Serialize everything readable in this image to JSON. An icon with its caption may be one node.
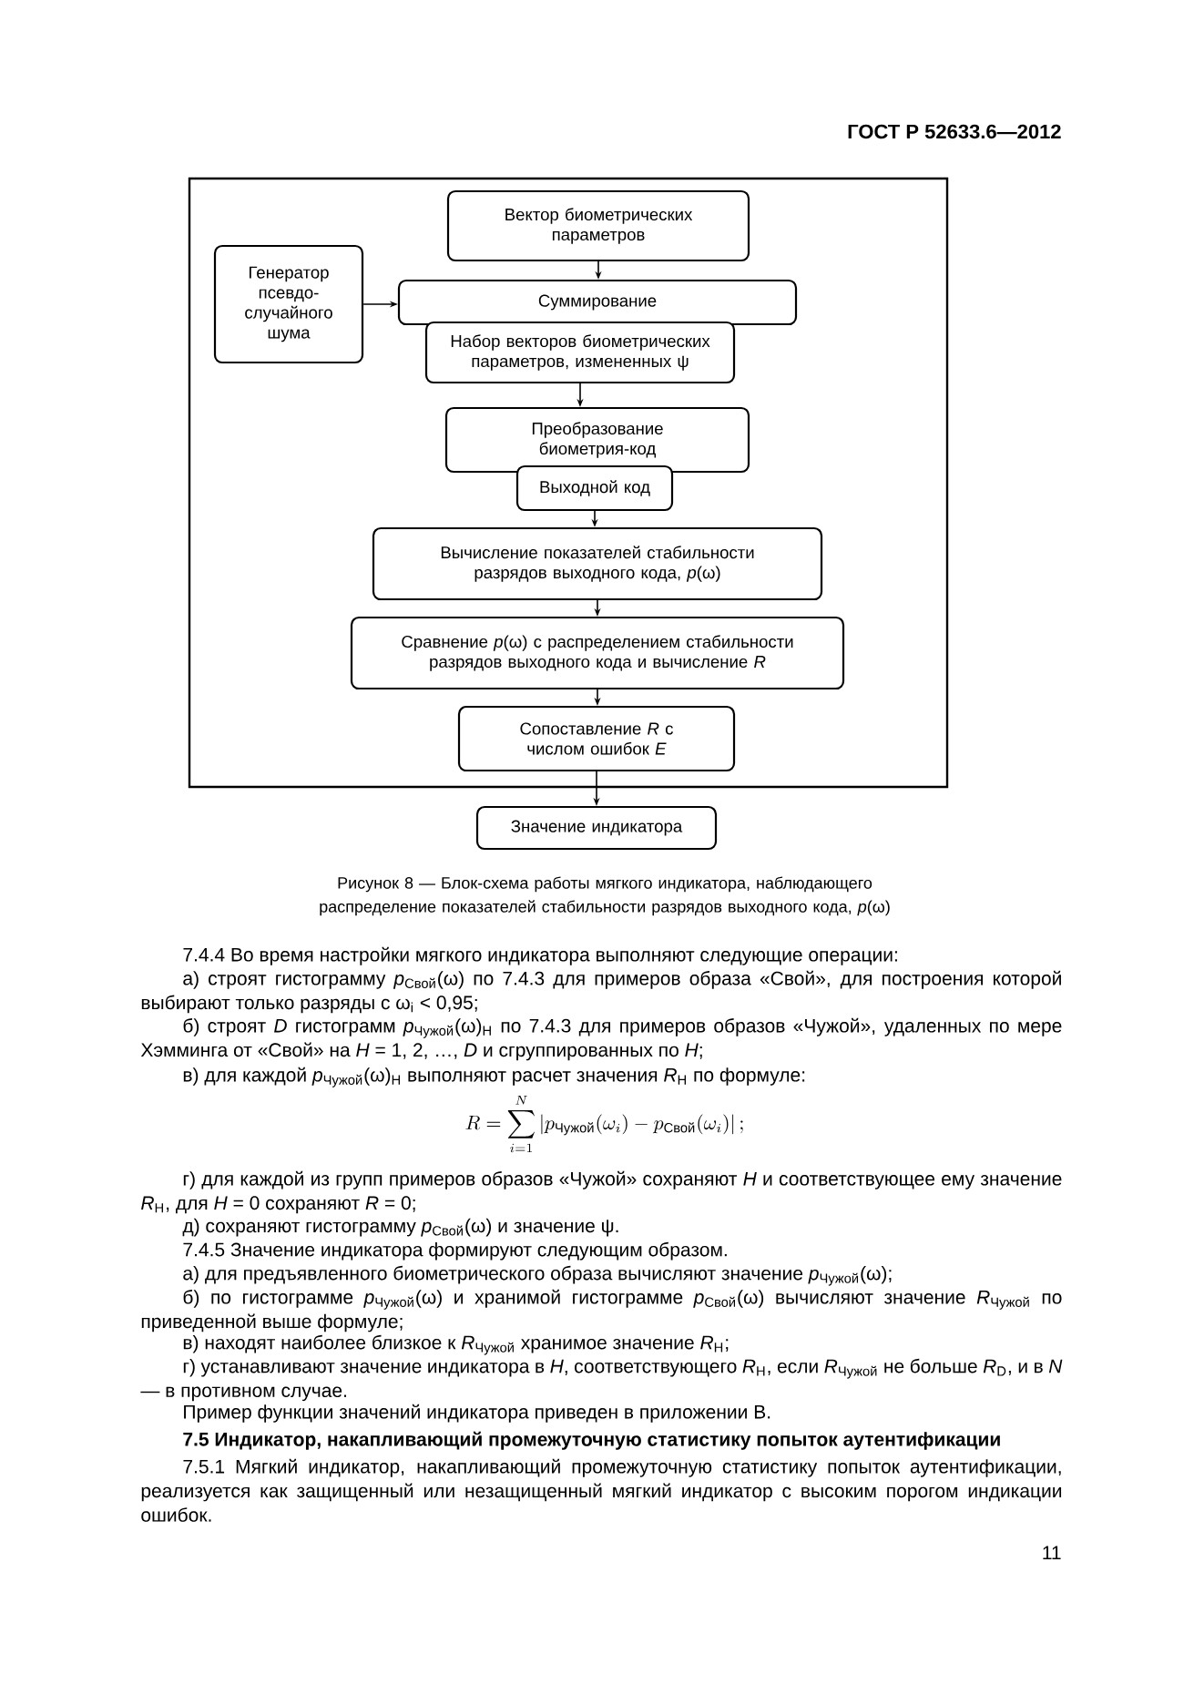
{
  "diagram": {
    "caption": "Рисунок 8 — Блок-схема работы мягкого индикатора, наблюдающего распределение показателей стабильности разрядов выходного кода, *p*(ω)",
    "nodes": [
      {
        "text": [],
        "shape": "box"
      },
      {
        "text": [
          "Вектор биометрических параметров"
        ],
        "in": 0
      },
      {
        "text": [
          "Генератор псевдо-случайного шума"
        ],
        "in": 0
      },
      {
        "text": [
          "Суммирование"
        ],
        "in": 0
      },
      {
        "text": [
          "Набор векторов биометрических параметров, измененных ψ"
        ],
        "in": 0
      },
      {
        "text": [
          "Преобразование биометрия-код"
        ],
        "in": 0
      },
      {
        "text": [
          "Выходной код"
        ],
        "in": 0
      },
      {
        "text": [
          "Вычисление показателей стабильности разрядов выходного кода, *p*(ω)"
        ],
        "in": 0
      },
      {
        "text": [
          "Сравнение *p*(ω) с распределением стабильности разрядов выходного кода и вычисление *R*"
        ],
        "in": 0
      },
      {
        "text": [
          "Сопоставление *R* с числом ошибок *E*"
        ],
        "in": 0
      },
      {
        "text": [
          "Значение индикатора"
        ]
      }
    ],
    "edges": [
      {
        "from": 1,
        "to": 3,
        "arrow": "to"
      },
      {
        "from": 2,
        "to": 3,
        "arrow": "to"
      },
      {
        "from": 4,
        "to": 5,
        "arrow": "to"
      },
      {
        "from": 6,
        "to": 7,
        "arrow": "to"
      },
      {
        "from": 7,
        "to": 8,
        "arrow": "to"
      },
      {
        "from": 8,
        "to": 9,
        "arrow": "to"
      },
      {
        "from": 9,
        "to": 10,
        "arrow": "to"
      }
    ],
    "labels": [
      "ГОСТ Р 52633.6—2012",
      "7.4.4 Во время настройки мягкого индикатора выполняют следующие операции:",
      "а) строят гистограмму *p*$_{Свой}$(ω) по 7.4.3 для примеров образа «Свой», для построения которой выбирают только разряды с ω$_{i}$ < 0,95;",
      "б) строят *D* гистограмм *p*$_{Чужой}$(ω)$_{H}$ по 7.4.3 для примеров образов «Чужой», удаленных по мере Хэмминга от «Свой» на *H* = 1, 2, …, *D* и сгруппированных по *H*;",
      "в) для каждой *p*$_{Чужой}$(ω)$_{H}$ выполняют расчет значения *R*$_{H}$ по формуле:",
      "R=\\sum_{i=1}^{N}\\left|p_{\\text{Чужой}}(\\omega_i)-p_{\\text{Свой}}(\\omega_i)\\right|;",
      "г) для каждой из групп примеров образов «Чужой» сохраняют *H* и соответствующее ему значение *R*$_{H}$, для *H* = 0 сохраняют *R* = 0;",
      "д) сохраняют гистограмму *p*$_{Свой}$(ω) и значение ψ.",
      "7.4.5 Значение индикатора формируют следующим образом.",
      "а) для предъявленного биометрического образа вычисляют значение *p*$_{Чужой}$(ω);",
      "б) по гистограмме *p*$_{Чужой}$(ω) и хранимой гистограмме *p*$_{Свой}$(ω) вычисляют значение *R*$_{Чужой}$ по приведенной выше формуле;",
      "в) находят наиболее близкое к *R*$_{Чужой}$ хранимое значение *R*$_{H}$;",
      "г) устанавливают значение индикатора в *H*, соответствующего *R*$_{H}$, если *R*$_{Чужой}$ не больше *R*$_{D}$, и в *N* — в противном случае.",
      "Пример функции значений индикатора приведен в приложении В.",
      "7.5 Индикатор, накапливающий промежуточную статистику попыток аутентификации",
      "7.5.1 Мягкий индикатор, накапливающий промежуточную статистику попыток аутентификации, реализуется как защищенный или незащищенный мягкий индикатор с высоким порогом индикации ошибок.",
      "11"
    ]
  }
}
